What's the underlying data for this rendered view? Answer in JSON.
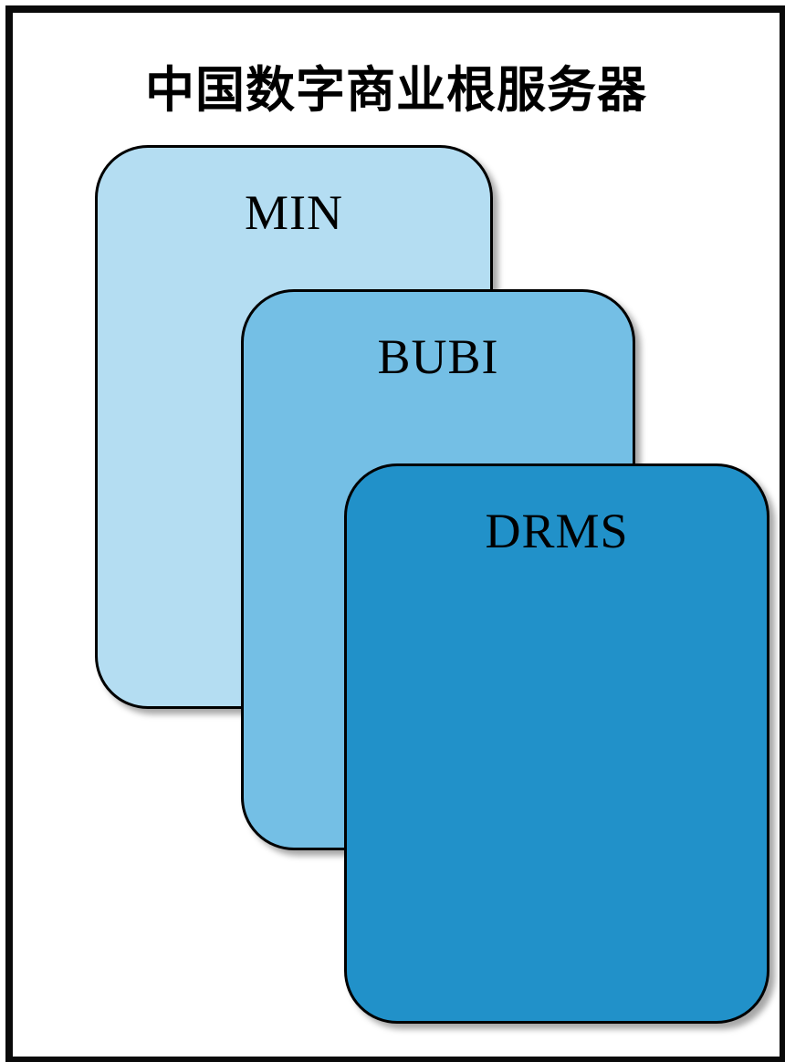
{
  "title": "中国数字商业根服务器",
  "cards": [
    {
      "label": "MIN",
      "color": "#B4DDF2"
    },
    {
      "label": "BUBI",
      "color": "#74BFE5"
    },
    {
      "label": "DRMS",
      "color": "#2191C9"
    }
  ],
  "colors": {
    "frame_border": "#0A0A0A",
    "card_border": "#000000",
    "background": "#FFFFFF",
    "text": "#000000"
  }
}
